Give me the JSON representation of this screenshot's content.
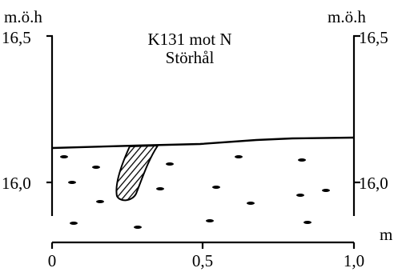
{
  "unit_left": "m.ö.h",
  "unit_right": "m.ö.h",
  "title_line1": "K131 mot N",
  "title_line2": "Störhål",
  "y_axis": {
    "ticks": [
      {
        "value": 16.5,
        "label": "16,5"
      },
      {
        "value": 16.0,
        "label": "16,0"
      }
    ]
  },
  "x_axis": {
    "unit": "m",
    "ticks": [
      {
        "value": 0,
        "label": "0"
      },
      {
        "value": 0.5,
        "label": "0,5"
      },
      {
        "value": 1.0,
        "label": "1,0"
      }
    ]
  }
}
